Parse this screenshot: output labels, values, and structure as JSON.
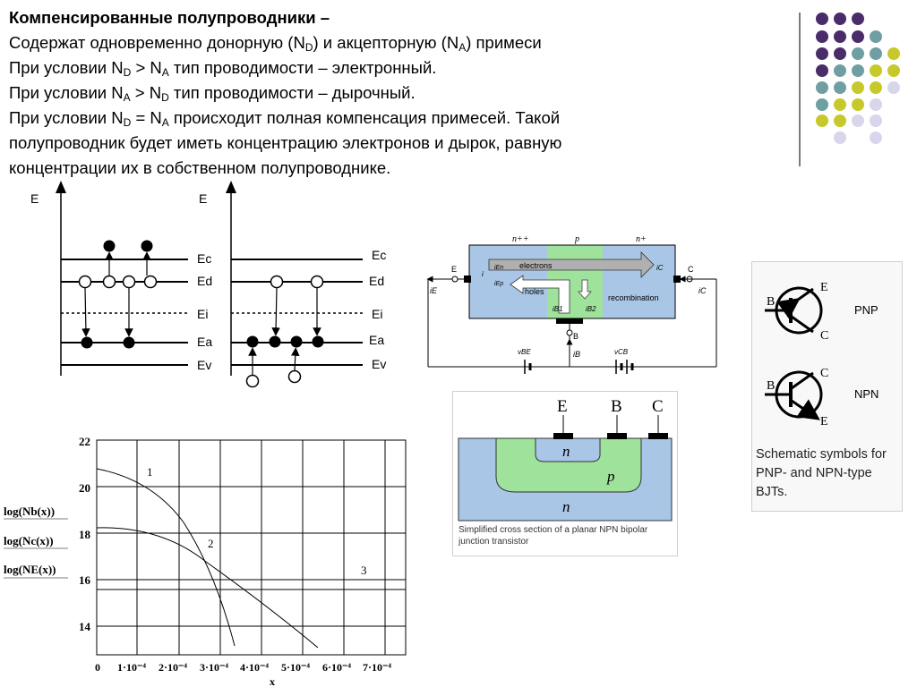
{
  "slide": {
    "heading": "Компенсированные полупроводники –",
    "line1": {
      "a": "Содержат одновременно донорную (N",
      "s1": "D",
      "b": ") и акцепторную (N",
      "s2": "A",
      "c": ") примеси"
    },
    "line2": {
      "a": "При условии N",
      "s1": "D",
      "b": " > N",
      "s2": "A",
      "c": " тип проводимости – электронный."
    },
    "line3": {
      "a": "При условии N",
      "s1": "A",
      "b": " > N",
      "s2": "D",
      "c": " тип проводимости – дырочный."
    },
    "line4": {
      "a": "При условии N",
      "s1": "D",
      "b": " = N",
      "s2": "A",
      "c": " происходит полная компенсация примесей. Такой"
    },
    "line5": "полупроводник будет иметь концентрацию электронов и дырок, равную",
    "line6": "концентрации их в собственном полупроводнике."
  },
  "band_diagrams": {
    "axis_label": "E",
    "levels": [
      "Ec",
      "Ed",
      "Ei",
      "Ea",
      "Ev"
    ]
  },
  "transistor_diagram": {
    "regions": [
      "n++",
      "p",
      "n+"
    ],
    "flows": [
      "electrons",
      "holes",
      "recombination"
    ],
    "currents": [
      "i",
      "iEn",
      "iEp",
      "iB1",
      "iB2",
      "iC"
    ],
    "terminals": [
      "E",
      "B",
      "C"
    ],
    "sources": [
      "vBE",
      "vCB"
    ],
    "side_labels": [
      "iE",
      "iC",
      "iB"
    ]
  },
  "cross_section": {
    "terminals": [
      "E",
      "B",
      "C"
    ],
    "regions": [
      "n",
      "p",
      "n"
    ],
    "caption": "Simplified cross section of a planar NPN bipolar junction transistor"
  },
  "bjt_symbols": {
    "pnp": {
      "b": "B",
      "e": "E",
      "c": "C",
      "label": "PNP"
    },
    "npn": {
      "b": "B",
      "c": "C",
      "e": "E",
      "label": "NPN"
    },
    "caption": "Schematic symbols for PNP- and NPN-type BJTs."
  },
  "graph": {
    "y_ticks": [
      "22",
      "20",
      "18",
      "16",
      "14"
    ],
    "x_ticks": [
      "0",
      "1·10⁻⁴",
      "2·10⁻⁴",
      "3·10⁻⁴",
      "4·10⁻⁴",
      "5·10⁻⁴",
      "6·10⁻⁴",
      "7·10⁻⁴"
    ],
    "y_labels": [
      "log(Nb(x))",
      "log(Nc(x))",
      "log(NE(x))"
    ],
    "x_label": "x",
    "curve_labels": [
      "1",
      "2",
      "3"
    ]
  }
}
